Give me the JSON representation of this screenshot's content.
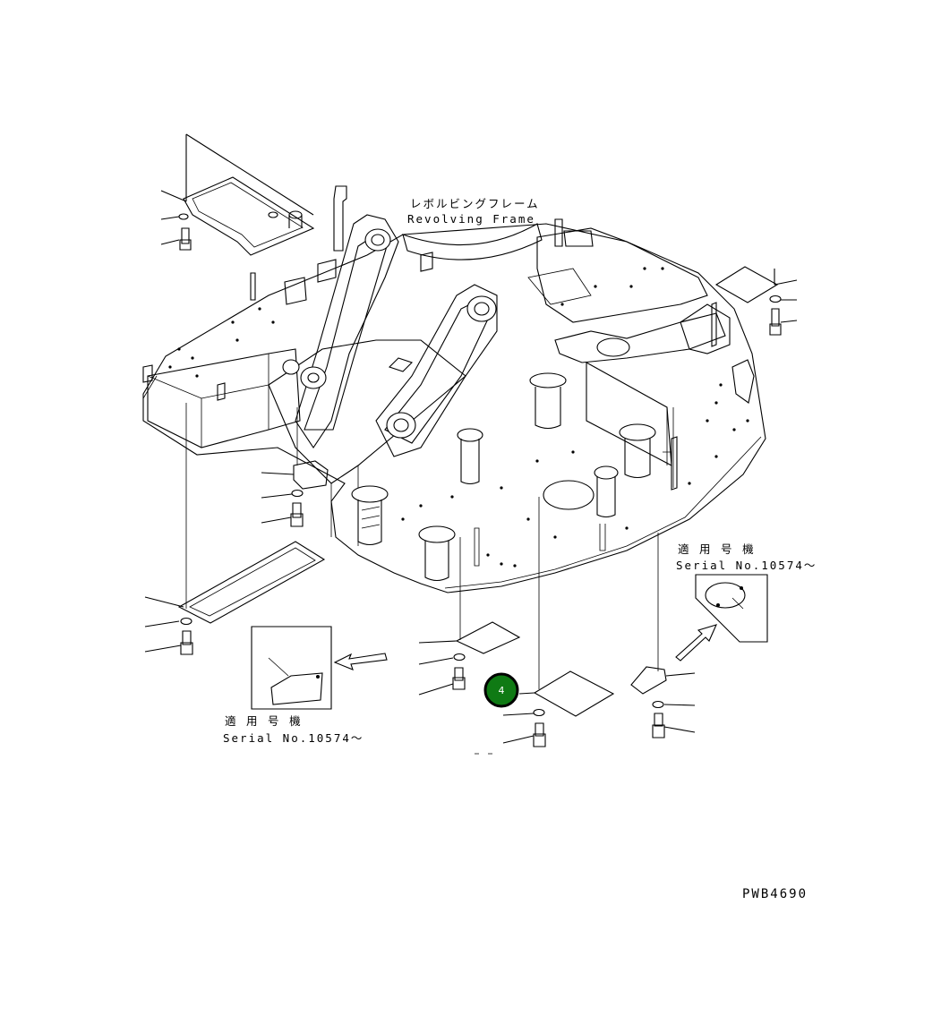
{
  "labels": {
    "frame_jp": "レボルビングフレーム",
    "frame_en": "Revolving Frame",
    "serial_right_jp": "適 用 号 機",
    "serial_right_en": "Serial No.10574～",
    "serial_left_jp": "適 用 号 機",
    "serial_left_en": "Serial No.10574～",
    "drawing_code": "PWB4690",
    "callout_number": "4"
  },
  "colors": {
    "callout_fill": "#0f7a14",
    "callout_ring": "#000000",
    "line": "#000000",
    "background": "#ffffff"
  }
}
